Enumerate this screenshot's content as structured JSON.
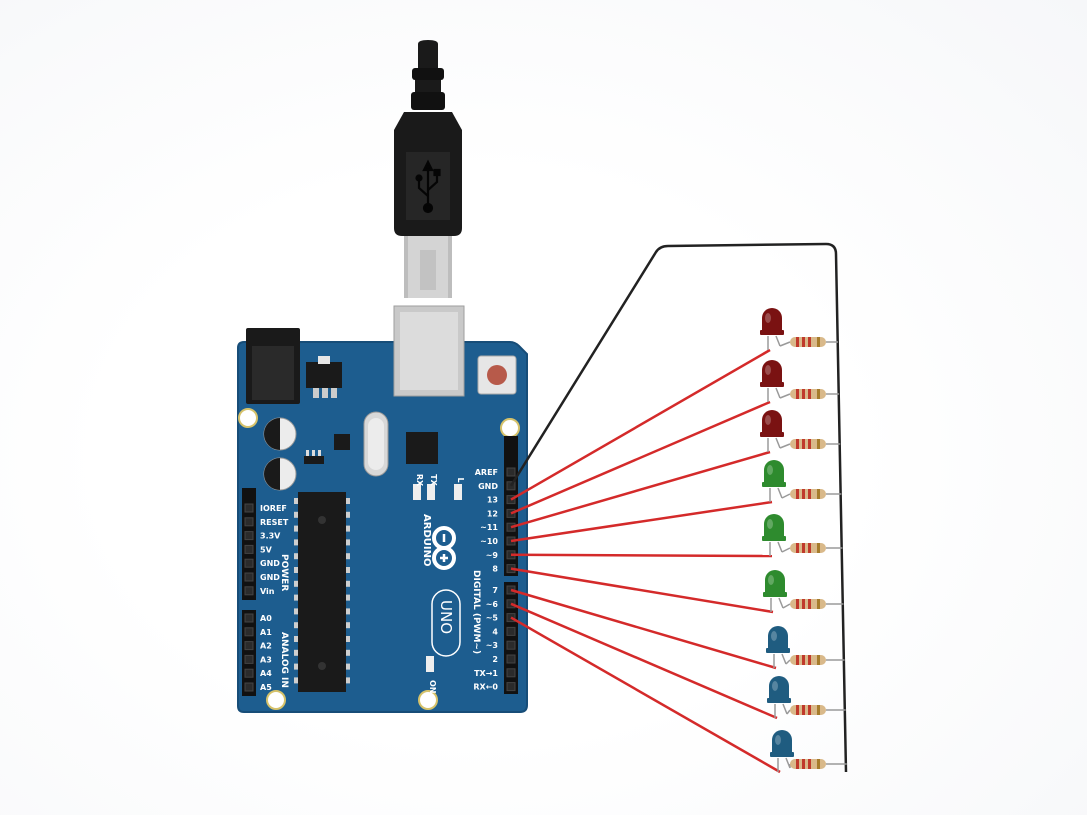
{
  "board": {
    "brand": "ARDUINO",
    "model": "UNO",
    "rx_label": "RX",
    "tx_label": "TX",
    "l_label": "L",
    "on_label": "ON",
    "power_header": "POWER",
    "analog_header": "ANALOG IN",
    "digital_header": "DIGITAL (PWM~)",
    "power_pins": [
      "IOREF",
      "RESET",
      "3.3V",
      "5V",
      "GND",
      "GND",
      "Vin"
    ],
    "analog_pins": [
      "A0",
      "A1",
      "A2",
      "A3",
      "A4",
      "A5"
    ],
    "digital_top_pins": [
      "AREF",
      "GND",
      "13",
      "12",
      "~11",
      "~10",
      "~9",
      "8"
    ],
    "digital_bottom_pins": [
      "7",
      "~6",
      "~5",
      "4",
      "~3",
      "2",
      "TX→1",
      "RX←0"
    ]
  },
  "leds": [
    {
      "color": "red",
      "hex": "#7a1212"
    },
    {
      "color": "red",
      "hex": "#7a1212"
    },
    {
      "color": "red",
      "hex": "#7a1212"
    },
    {
      "color": "green",
      "hex": "#2e8b2e"
    },
    {
      "color": "green",
      "hex": "#2e8b2e"
    },
    {
      "color": "green",
      "hex": "#2e8b2e"
    },
    {
      "color": "blue",
      "hex": "#1f5c80"
    },
    {
      "color": "blue",
      "hex": "#1f5c80"
    },
    {
      "color": "blue",
      "hex": "#1f5c80"
    }
  ],
  "wires": {
    "signal_color": "#d42a2a",
    "ground_color": "#222222",
    "signal_pins": [
      "13",
      "12",
      "~11",
      "~10",
      "~9",
      "8",
      "7",
      "~6",
      "~5"
    ],
    "ground_pin": "GND"
  },
  "colors": {
    "board": "#1d5d8f",
    "board_edge": "#174d78",
    "usb": "#1a1a1a",
    "resistor_body": "#d9b98a"
  },
  "usb_icon": "usb-icon"
}
